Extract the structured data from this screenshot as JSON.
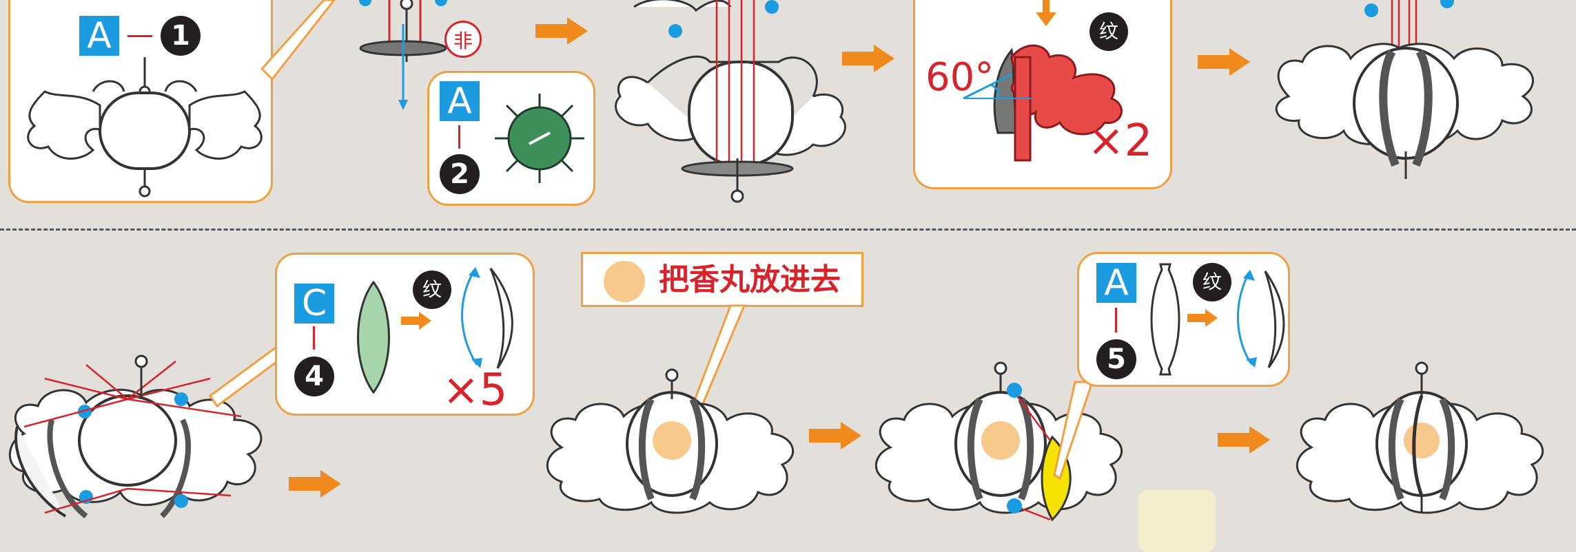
{
  "steps_row1": {
    "panel1": {
      "badge": "A",
      "number": "1"
    },
    "panel2": {
      "badge": "A",
      "number": "2",
      "tag": "非"
    },
    "panel3": {
      "tag": "纹",
      "angle": "60°",
      "multiplier": "×2"
    }
  },
  "steps_row2": {
    "panel4": {
      "badge": "C",
      "number": "4",
      "tag": "纹",
      "multiplier": "×5"
    },
    "callout": {
      "text": "把香丸放进去"
    },
    "panel5": {
      "badge": "A",
      "number": "5",
      "tag": "纹"
    }
  },
  "colors": {
    "arrow": "#f08a1c",
    "panel_border": "#f0a040",
    "badge_blue": "#1b9be0",
    "red": "#d8232a",
    "green_part": "#3f8f5b",
    "incense_ball": "#f7c98a",
    "yellow_part": "#f5e200"
  }
}
